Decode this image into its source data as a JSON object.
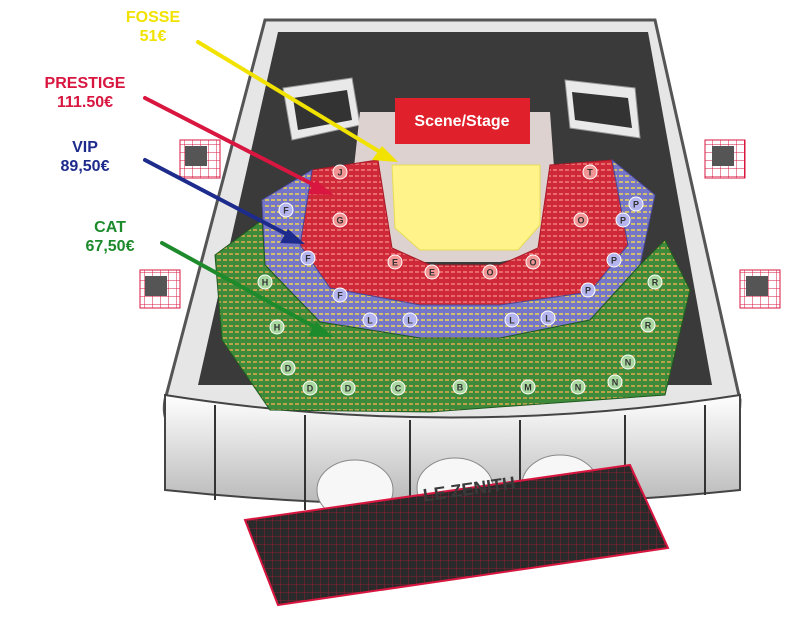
{
  "prices": {
    "fosse": {
      "name": "FOSSE",
      "price": "51€",
      "color": "#f2e200"
    },
    "prestige": {
      "name": "PRESTIGE",
      "price": "111.50€",
      "color": "#d8163f"
    },
    "vip": {
      "name": "VIP",
      "price": "89,50€",
      "color": "#1d2b8c"
    },
    "cat": {
      "name": "CAT",
      "price": "67,50€",
      "color": "#1d8a2b"
    }
  },
  "stage_label": "Scene/Stage",
  "venue_sign": "LE ZENITH",
  "zone_colors": {
    "fosse": "#fff38a",
    "prestige": "#d9323f",
    "vip": "#8a8ad8",
    "cat": "#3d8a3a",
    "stage": "#e0202a",
    "wall": "#f2f2f2",
    "floor": "#ddd2cf"
  },
  "sections": {
    "prestige": [
      "J",
      "G",
      "E",
      "E",
      "O",
      "O",
      "O",
      "T"
    ],
    "vip": [
      "F",
      "F",
      "F",
      "L",
      "L",
      "L",
      "L",
      "P",
      "P",
      "P",
      "P"
    ],
    "cat": [
      "H",
      "H",
      "D",
      "D",
      "D",
      "C",
      "B",
      "M",
      "N",
      "N",
      "N",
      "R",
      "R"
    ]
  }
}
